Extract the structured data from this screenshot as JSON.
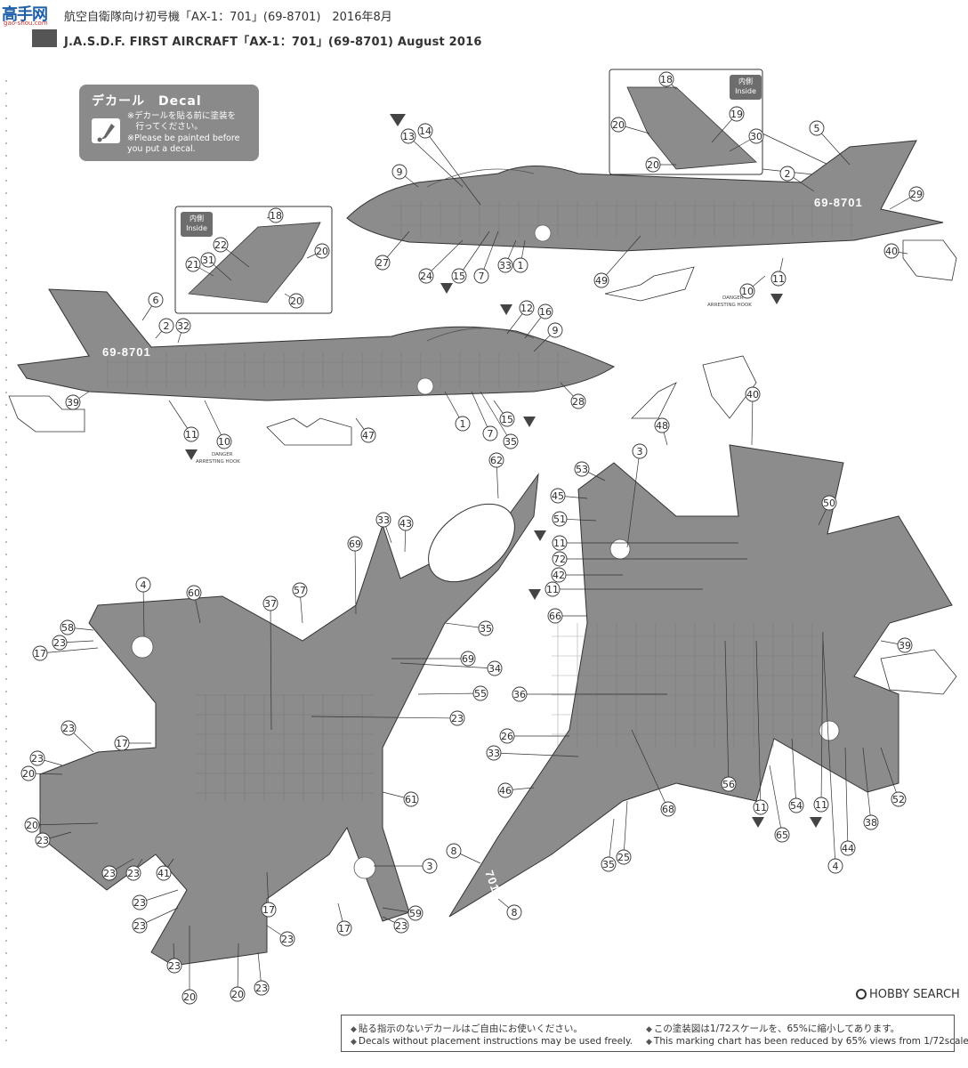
{
  "site": {
    "logo_text": "高手网",
    "logo_url": "gao-shou.com"
  },
  "header": {
    "title_jp": "航空自衛隊向け初号機「AX-1：701」(69-8701)　2016年8月",
    "title_en": "J.A.S.D.F. FIRST AIRCRAFT「AX-1：701」(69-8701) August 2016"
  },
  "decal_panel": {
    "title": "デカール　Decal",
    "note_jp_1": "※デカールを貼る前に塗装を",
    "note_jp_2": "　行ってください。",
    "note_en_1": "※Please be painted before",
    "note_en_2": "you put a decal."
  },
  "insets": {
    "inside_jp": "内側",
    "inside_en": "Inside"
  },
  "aircraft": {
    "registration": "69-8701",
    "nose_number": "701",
    "danger_label": "DANGER",
    "arresting_hook_label": "ARRESTING HOOK"
  },
  "watermark": {
    "text": "HOBBY SEARCH"
  },
  "footer": {
    "left_jp": "貼る指示のないデカールはご自由にお使いください。",
    "left_en": "Decals without placement instructions may be used freely.",
    "right_jp": "この塗装図は1/72スケールを、65%に縮小してあります。",
    "right_en": "This marking chart has been reduced by 65% views from 1/72scale."
  },
  "colors": {
    "aircraft_gray": "#8c8c8c",
    "panel_gray": "#8a8a8a",
    "line_dark": "#2b2b2b"
  }
}
